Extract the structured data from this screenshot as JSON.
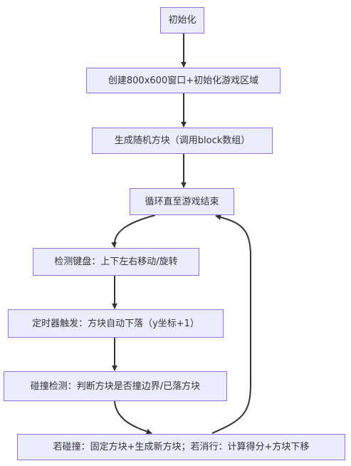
{
  "diagram": {
    "colors": {
      "node_fill": "#ececff",
      "node_border": "#9370db",
      "edge": "#333333",
      "text": "#333333"
    },
    "nodes": [
      {
        "id": "init",
        "label": "初始化"
      },
      {
        "id": "create-window",
        "label": "创建800x600窗口+初始化游戏区域"
      },
      {
        "id": "gen-block",
        "label": "生成随机方块（调用block数组）"
      },
      {
        "id": "loop",
        "label": "循环直至游戏结束"
      },
      {
        "id": "keyboard",
        "label": "检测键盘：上下左右移动/旋转"
      },
      {
        "id": "timer",
        "label": "定时器触发：方块自动下落（y坐标+1）"
      },
      {
        "id": "collision",
        "label": "碰撞检测：判断方块是否撞边界/已落方块"
      },
      {
        "id": "handle",
        "label": "若碰撞：固定方块+生成新方块；若消行：计算得分+方块下移"
      }
    ],
    "edges": [
      {
        "from": "init",
        "to": "create-window"
      },
      {
        "from": "create-window",
        "to": "gen-block"
      },
      {
        "from": "gen-block",
        "to": "loop"
      },
      {
        "from": "loop",
        "to": "keyboard"
      },
      {
        "from": "keyboard",
        "to": "timer"
      },
      {
        "from": "timer",
        "to": "collision"
      },
      {
        "from": "collision",
        "to": "handle"
      },
      {
        "from": "handle",
        "to": "loop"
      }
    ]
  }
}
